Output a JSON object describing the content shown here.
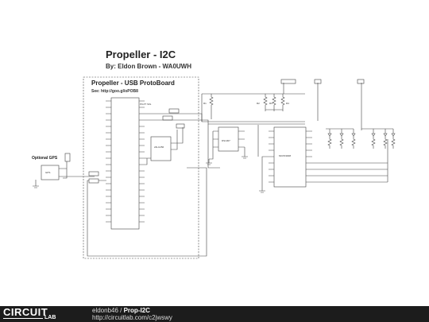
{
  "diagram": {
    "title": "Propeller - I2C",
    "author": "By: Eldon Brown - WA0UWH",
    "board_title": "Propeller - USB ProtoBoard",
    "board_link": "See: http://goo.gl/oPOB8",
    "gps_label": "Optional GPS"
  },
  "footer": {
    "brand": "CIRCUIT",
    "brand_sub": "LAB",
    "user": "eldonb46",
    "separator": " / ",
    "project": "Prop-I2C",
    "url": "http://circuitlab.com/c2jwswy"
  }
}
